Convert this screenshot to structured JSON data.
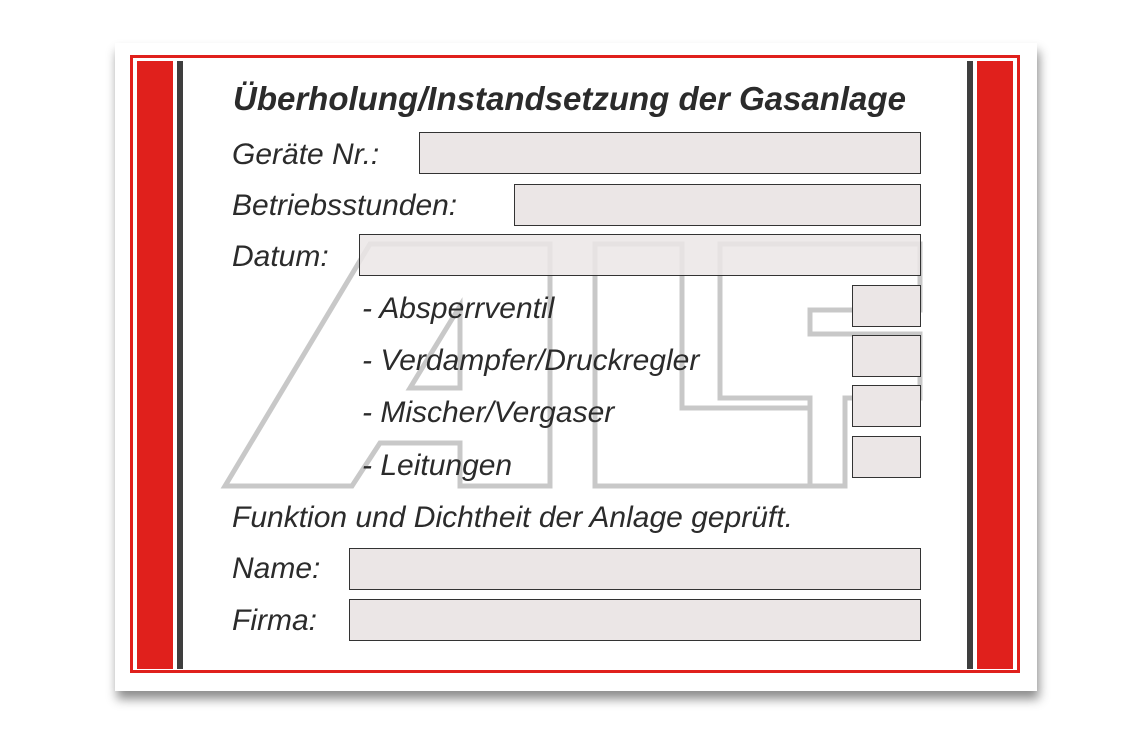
{
  "title": "Überholung/Instandsetzung der Gasanlage",
  "fields": [
    {
      "label": "Geräte Nr.:",
      "value": ""
    },
    {
      "label": "Betriebsstunden:",
      "value": ""
    },
    {
      "label": "Datum:",
      "value": ""
    }
  ],
  "checks": [
    {
      "label": "- Absperrventil"
    },
    {
      "label": "- Verdampfer/Druckregler"
    },
    {
      "label": "- Mischer/Vergaser"
    },
    {
      "label": "- Leitungen"
    }
  ],
  "statement": "Funktion und Dichtheit der Anlage geprüft.",
  "signature_fields": [
    {
      "label": "Name:",
      "value": ""
    },
    {
      "label": "Firma:",
      "value": ""
    }
  ],
  "colors": {
    "accent_red": "#e0201c",
    "dark_stripe": "#3e3e3e",
    "field_fill": "#ebe6e6",
    "text": "#2b2b2b"
  },
  "watermark_icon": "ae-logo-watermark"
}
